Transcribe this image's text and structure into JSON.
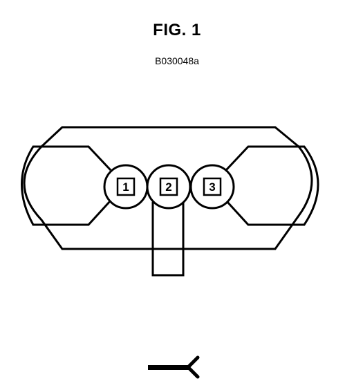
{
  "figure": {
    "title": "FIG. 1",
    "code": "B030048a"
  },
  "connector": {
    "pins": [
      {
        "label": "1"
      },
      {
        "label": "2"
      },
      {
        "label": "3"
      }
    ]
  },
  "symbols": {
    "lead_icon": "wire-lead-icon"
  },
  "colors": {
    "line": "#000000",
    "background": "#ffffff"
  }
}
